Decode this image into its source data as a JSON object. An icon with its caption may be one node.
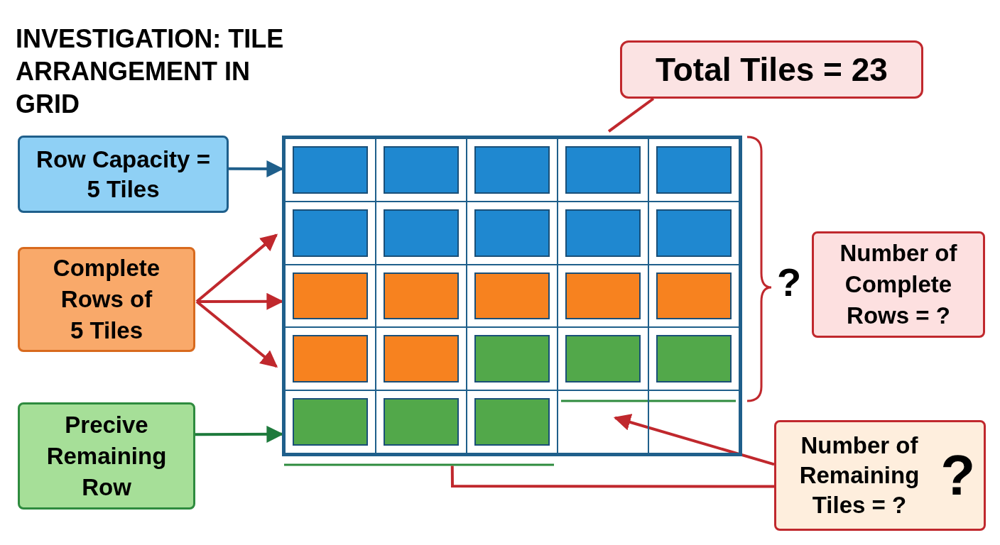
{
  "diagram": {
    "title": "INVESTIGATION: TILE ARRANGEMENT IN GRID",
    "nodes": [
      {
        "text": [
          "Row Capacity = 5 Tiles"
        ]
      },
      {
        "text": [
          "Complete Rows of 5 Tiles"
        ]
      },
      {
        "text": [
          "Precive Remaining Row"
        ]
      },
      {
        "text": [
          "Total Tiles = 23"
        ]
      },
      {
        "text": [],
        "shape": "box"
      },
      {
        "text": [
          "Number of Complete Rows = ?"
        ]
      },
      {
        "text": [
          "Number of Remaining Tiles = ?",
          "?"
        ]
      }
    ],
    "edges": [
      {
        "from": 0,
        "to": 4,
        "arrow": "to",
        "color": "#1f5f8b"
      },
      {
        "from": 1,
        "to": 4,
        "arrow": "to"
      },
      {
        "from": 1,
        "to": 4,
        "arrow": "to"
      },
      {
        "from": 1,
        "to": 4,
        "arrow": "to"
      },
      {
        "from": 2,
        "to": 4,
        "arrow": "to",
        "color": "#1e7a3c"
      },
      {
        "from": 6,
        "to": 4,
        "arrow": "to"
      },
      {
        "from": 4,
        "to": 6,
        "arrow": "none"
      },
      {
        "from": 3,
        "to": 4,
        "arrow": "none"
      }
    ],
    "labels": [
      "?"
    ]
  }
}
